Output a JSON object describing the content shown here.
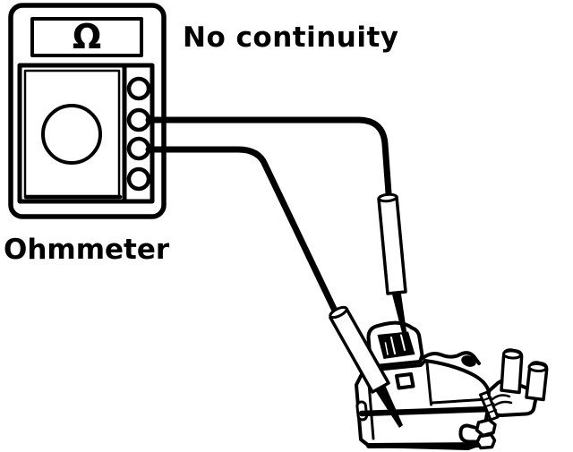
{
  "colors": {
    "ink": "#000000",
    "paper": "#ffffff"
  },
  "labels": {
    "annotation": "No continuity",
    "meter_caption": "Ohmmeter",
    "meter_display_symbol": "Ω"
  }
}
